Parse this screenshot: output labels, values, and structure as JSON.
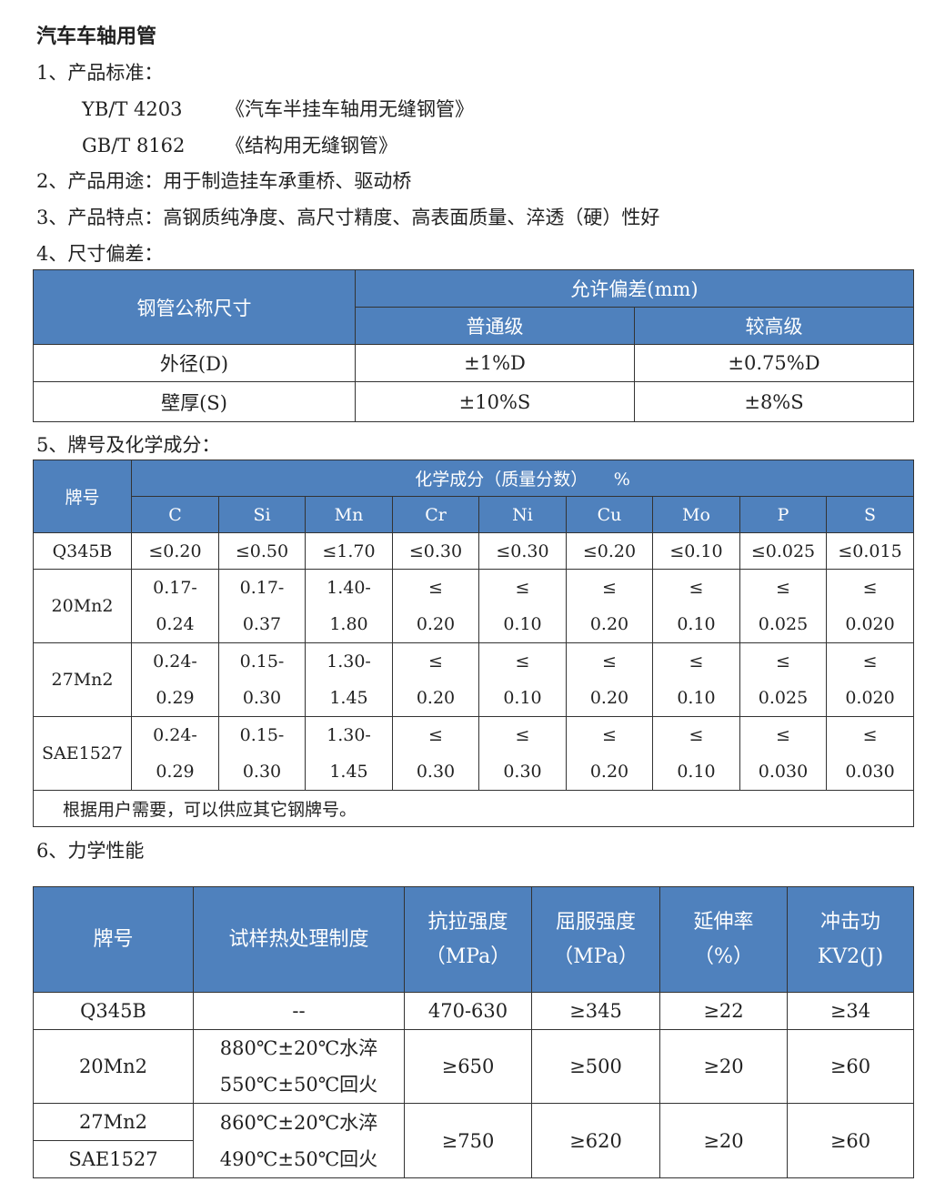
{
  "title": "汽车车轴用管",
  "sections": {
    "standard": "1、产品标准：",
    "standards": [
      {
        "code": "YB/T 4203",
        "name": "《汽车半挂车轴用无缝钢管》"
      },
      {
        "code": "GB/T 8162",
        "name": "《结构用无缝钢管》"
      }
    ],
    "usage": "2、产品用途：用于制造挂车承重桥、驱动桥",
    "features": "3、产品特点：高钢质纯净度、高尺寸精度、高表面质量、淬透（硬）性好",
    "tolerance": "4、尺寸偏差：",
    "chemistry": "5、牌号及化学成分：",
    "mechanical": "6、力学性能"
  },
  "dim_table": {
    "header": {
      "size": "钢管公称尺寸",
      "tolerance": "允许偏差(mm)",
      "normal": "普通级",
      "high": "较高级"
    },
    "rows": [
      {
        "label": "外径(D)",
        "normal": "±1%D",
        "high": "±0.75%D"
      },
      {
        "label": "壁厚(S)",
        "normal": "±10%S",
        "high": "±8%S"
      }
    ]
  },
  "chem_table": {
    "header": {
      "grade": "牌号",
      "composition": "化学成分（质量分数）　　%"
    },
    "elements": [
      "C",
      "Si",
      "Mn",
      "Cr",
      "Ni",
      "Cu",
      "Mo",
      "P",
      "S"
    ],
    "rows": [
      {
        "grade": "Q345B",
        "values": [
          [
            "≤0.20"
          ],
          [
            "≤0.50"
          ],
          [
            "≤1.70"
          ],
          [
            "≤0.30"
          ],
          [
            "≤0.30"
          ],
          [
            "≤0.20"
          ],
          [
            "≤0.10"
          ],
          [
            "≤0.025"
          ],
          [
            "≤0.015"
          ]
        ]
      },
      {
        "grade": "20Mn2",
        "values": [
          [
            "0.17-",
            "0.24"
          ],
          [
            "0.17-",
            "0.37"
          ],
          [
            "1.40-",
            "1.80"
          ],
          [
            "≤",
            "0.20"
          ],
          [
            "≤",
            "0.10"
          ],
          [
            "≤",
            "0.20"
          ],
          [
            "≤",
            "0.10"
          ],
          [
            "≤",
            "0.025"
          ],
          [
            "≤",
            "0.020"
          ]
        ]
      },
      {
        "grade": "27Mn2",
        "values": [
          [
            "0.24-",
            "0.29"
          ],
          [
            "0.15-",
            "0.30"
          ],
          [
            "1.30-",
            "1.45"
          ],
          [
            "≤",
            "0.20"
          ],
          [
            "≤",
            "0.10"
          ],
          [
            "≤",
            "0.20"
          ],
          [
            "≤",
            "0.10"
          ],
          [
            "≤",
            "0.025"
          ],
          [
            "≤",
            "0.020"
          ]
        ]
      },
      {
        "grade": "SAE1527",
        "values": [
          [
            "0.24-",
            "0.29"
          ],
          [
            "0.15-",
            "0.30"
          ],
          [
            "1.30-",
            "1.45"
          ],
          [
            "≤",
            "0.30"
          ],
          [
            "≤",
            "0.30"
          ],
          [
            "≤",
            "0.20"
          ],
          [
            "≤",
            "0.10"
          ],
          [
            "≤",
            "0.030"
          ],
          [
            "≤",
            "0.030"
          ]
        ]
      }
    ],
    "note": "根据用户需要，可以供应其它钢牌号。"
  },
  "mech_table": {
    "header": {
      "grade": "牌号",
      "treatment": "试样热处理制度",
      "tensile": [
        "抗拉强度",
        "（MPa）"
      ],
      "yield": [
        "屈服强度",
        "（MPa）"
      ],
      "elongation": [
        "延伸率",
        "（%）"
      ],
      "impact": [
        "冲击功",
        "KV2(J)"
      ]
    },
    "q345b": {
      "grade": "Q345B",
      "treatment": "--",
      "tensile": "470-630",
      "yield": "≥345",
      "elongation": "≥22",
      "impact": "≥34"
    },
    "mn20": {
      "grade": "20Mn2",
      "treatment": [
        "880℃±20℃水淬",
        "550℃±50℃回火"
      ],
      "tensile": "≥650",
      "yield": "≥500",
      "elongation": "≥20",
      "impact": "≥60"
    },
    "group": {
      "grades": [
        "27Mn2",
        "SAE1527"
      ],
      "treatment": [
        "860℃±20℃水淬",
        "490℃±50℃回火"
      ],
      "tensile": "≥750",
      "yield": "≥620",
      "elongation": "≥20",
      "impact": "≥60"
    }
  },
  "colors": {
    "header_bg": "#4f81bd",
    "header_text": "#ffffff"
  }
}
